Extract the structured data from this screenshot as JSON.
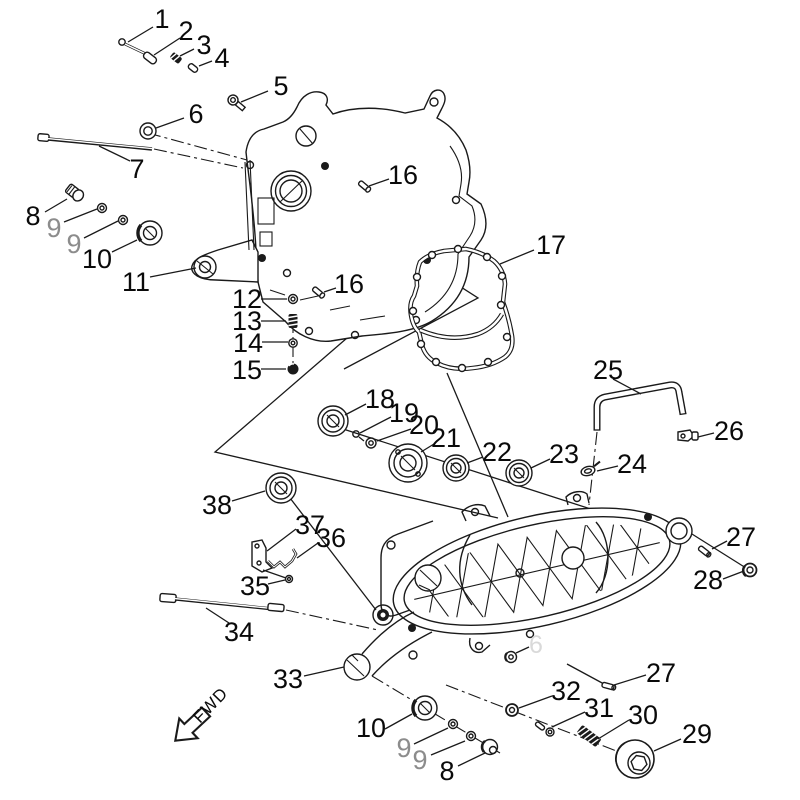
{
  "callouts": {
    "c1": "1",
    "c2": "2",
    "c3": "3",
    "c4": "4",
    "c5": "5",
    "c6": "6",
    "c7": "7",
    "c8_top": "8",
    "c9_top_a": "9",
    "c9_top_b": "9",
    "c10_top": "10",
    "c11": "11",
    "c12": "12",
    "c13": "13",
    "c14": "14",
    "c15": "15",
    "c16_top": "16",
    "c16_mid": "16",
    "c17": "17",
    "c18": "18",
    "c19": "19",
    "c20": "20",
    "c21": "21",
    "c22": "22",
    "c23": "23",
    "c24": "24",
    "c25": "25",
    "c26": "26",
    "c27_top": "27",
    "c27_bottom": "27",
    "c28": "28",
    "c29": "29",
    "c30": "30",
    "c31": "31",
    "c32": "32",
    "c33": "33",
    "c34": "34",
    "c35": "35",
    "c36": "36",
    "c37": "37",
    "c38": "38",
    "c6_faint": "6",
    "c10_bottom": "10",
    "c9_bottom_a": "9",
    "c9_bottom_b": "9",
    "c8_bottom": "8"
  },
  "direction_marker": {
    "label": "FWD"
  },
  "colors": {
    "background": "#ffffff",
    "line": "#1a1a1a",
    "callout_text": "#0a0a0a",
    "callout_gray": "#8c8c8c",
    "callout_faint": "#d9d9d9"
  }
}
